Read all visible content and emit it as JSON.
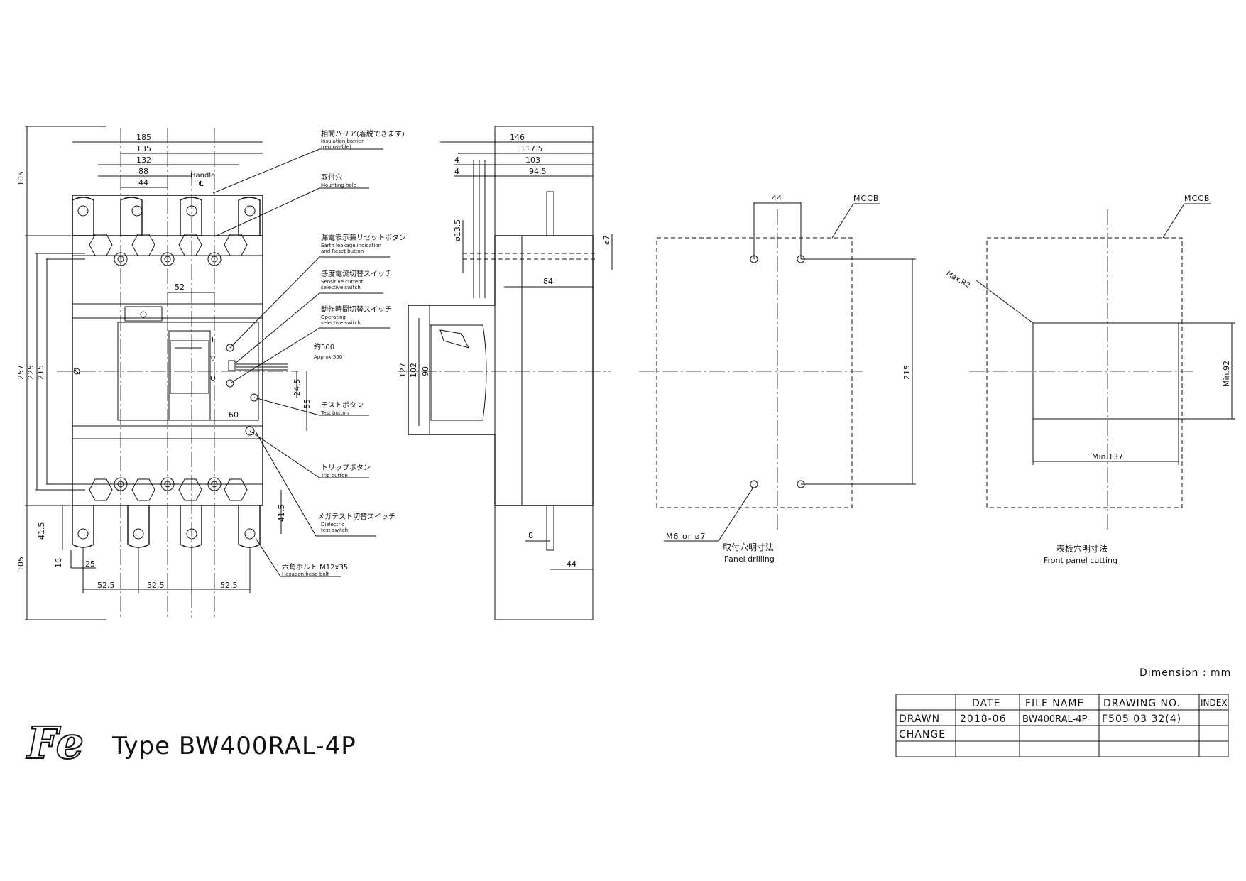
{
  "colors": {
    "ink": "#111111",
    "paper": "#ffffff"
  },
  "front": {
    "dims": {
      "d185": "185",
      "d135": "135",
      "d132": "132",
      "d88": "88",
      "d44": "44",
      "d52": "52",
      "d60": "60",
      "d245": "24.5",
      "d55": "55",
      "d257": "257",
      "d225": "225",
      "d215": "215",
      "d105a": "105",
      "d105b": "105",
      "d415a": "41.5",
      "d415b": "41.5",
      "d16": "16",
      "d25": "25",
      "d525a": "52.5",
      "d525b": "52.5",
      "d525c": "52.5"
    },
    "handle_label": "Handle",
    "handle_cl": "℄",
    "lever_marks": {
      "on": "I",
      "tri": "▽",
      "off": "O"
    }
  },
  "callouts": [
    {
      "jp": "相間バリア(着脱できます)",
      "en1": "Insulation barrier",
      "en2": "(removable)"
    },
    {
      "jp": "取付穴",
      "en1": "Mounting hole",
      "en2": ""
    },
    {
      "jp": "漏電表示兼リセットボタン",
      "en1": "Earth leakage indication",
      "en2": "and Reset button"
    },
    {
      "jp": "感度電流切替スイッチ",
      "en1": "Sensitive current",
      "en2": "selective switch"
    },
    {
      "jp": "動作時間切替スイッチ",
      "en1": "Operating",
      "en2": "selective switch"
    },
    {
      "jp": "約500",
      "en1": "Approx.500",
      "en2": ""
    },
    {
      "jp": "テストボタン",
      "en1": "Test button",
      "en2": ""
    },
    {
      "jp": "トリップボタン",
      "en1": "Trip button",
      "en2": ""
    },
    {
      "jp": "メガテスト切替スイッチ",
      "en1": "Dielectric",
      "en2": "test switch"
    },
    {
      "jp": "六角ボルト M12x35",
      "en1": "Hexagon head bolt",
      "en2": ""
    }
  ],
  "side": {
    "dims": {
      "d146": "146",
      "d1175": "117.5",
      "d103": "103",
      "d945": "94.5",
      "d4a": "4",
      "d4b": "4",
      "d135": "ø13.5",
      "d7": "ø7",
      "d84": "84",
      "d127": "127",
      "d102": "102",
      "d90": "90",
      "d8": "8",
      "d44": "44"
    }
  },
  "drilling": {
    "mccb": "MCCB",
    "d44": "44",
    "d215": "215",
    "hole": "M6 or ø7",
    "title_jp": "取付穴明寸法",
    "title_en": "Panel drilling"
  },
  "cutting": {
    "mccb": "MCCB",
    "r": "Max.R2",
    "w": "Min.137",
    "h": "Min.92",
    "title_jp": "表板穴明寸法",
    "title_en": "Front panel cutting"
  },
  "unit_note": "Dimension : mm",
  "title_block": {
    "headers": [
      "",
      "DATE",
      "FILE NAME",
      "DRAWING NO.",
      "INDEX"
    ],
    "rows": [
      [
        "DRAWN",
        "2018-06",
        "BW400RAL-4P",
        "F505 03 32(4)",
        ""
      ],
      [
        "CHANGE",
        "",
        "",
        "",
        ""
      ],
      [
        "",
        "",
        "",
        "",
        ""
      ]
    ]
  },
  "logo_text": "Fe",
  "type_label": "Type BW400RAL-4P"
}
